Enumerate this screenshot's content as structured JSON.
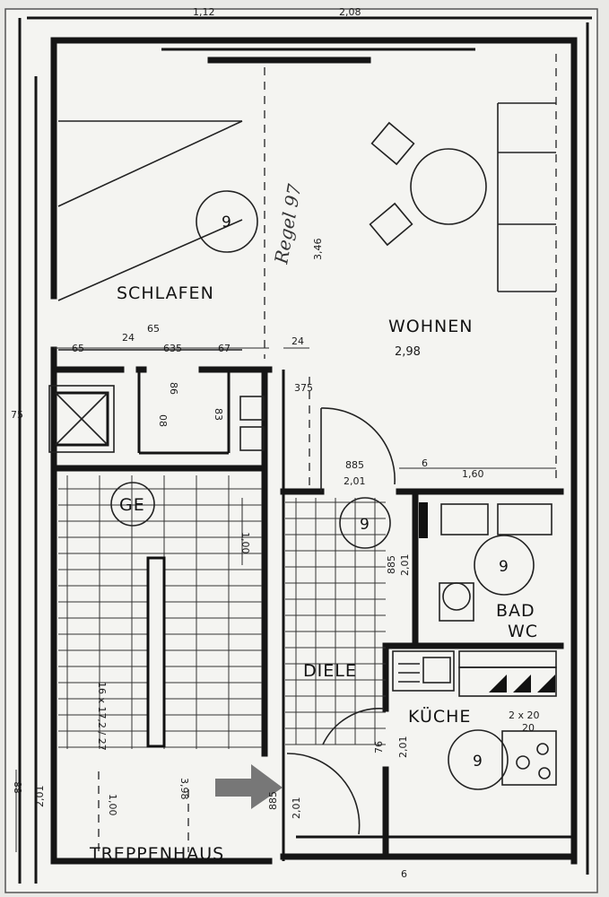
{
  "rooms": {
    "schlafen": "SCHLAFEN",
    "wohnen": "WOHNEN",
    "wohnen_width": "2,98",
    "ge": "GE",
    "diele": "DIELE",
    "bad": "BAD",
    "wc": "WC",
    "kueche": "KÜCHE",
    "treppenhaus": "TREPPENHAUS"
  },
  "ceiling_marks": [
    "9",
    "9",
    "9",
    "9"
  ],
  "dimensions": {
    "top_left": "1,12",
    "top_right": "2,08",
    "row_65_left": "65",
    "row_24": "24",
    "row_65": "65",
    "row_635": "635",
    "row_67": "67",
    "row_24_right": "24",
    "wohnen_depth": "3,46",
    "door_885": "885",
    "door_201": "2,01",
    "bad_6": "6",
    "bad_160": "1,60",
    "side_75": "75",
    "ge_100": "1,00",
    "stair_note": "16 x 17,2 / 27",
    "stair_100": "1,00",
    "stair_398": "3,98",
    "left_88": "88",
    "left_201": "2,01",
    "dim_375": "375",
    "dim_885b": "885",
    "dim_201b": "2,01",
    "bad_885": "885",
    "bad_201": "2,01",
    "kueche_note": "2 x 20",
    "kueche_20": "20",
    "kueche_76": "76",
    "kueche_201": "2,01",
    "bottom_6": "6",
    "shaft_86": "86",
    "shaft_83": "83",
    "shaft_08": "08"
  },
  "handwriting": "Regel 97"
}
